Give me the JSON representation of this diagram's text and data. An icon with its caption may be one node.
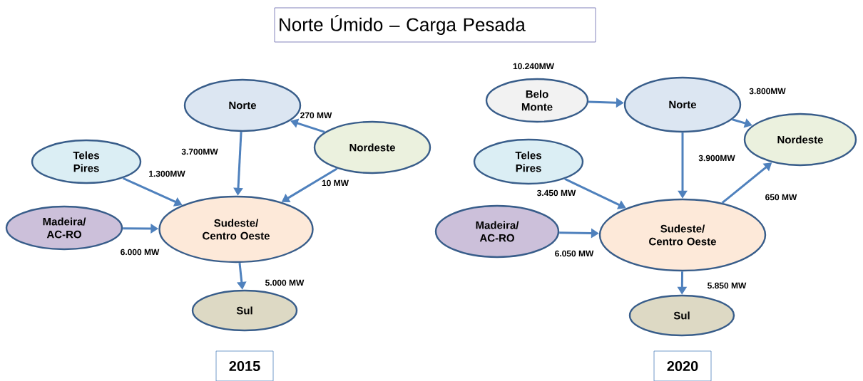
{
  "diagram": {
    "nodes": [
      {
        "text": [
          "Norte Úmido – Carga Pesada"
        ]
      },
      {
        "text": [
          "Norte"
        ]
      },
      {
        "text": [
          "Nordeste"
        ]
      },
      {
        "text": [
          "Teles Pires"
        ]
      },
      {
        "text": [
          "Madeira/ AC-RO"
        ]
      },
      {
        "text": [
          "Sudeste/ Centro Oeste"
        ]
      },
      {
        "text": [
          "Sul"
        ]
      },
      {
        "text": [
          "2015"
        ]
      },
      {
        "text": [
          "Belo Monte"
        ],
        "beside": [
          "10.240MW"
        ]
      },
      {
        "text": [
          "Norte"
        ]
      },
      {
        "text": [
          "Nordeste"
        ]
      },
      {
        "text": [
          "Teles Pires"
        ]
      },
      {
        "text": [
          "Madeira/ AC-RO"
        ]
      },
      {
        "text": [
          "Sudeste/ Centro Oeste"
        ]
      },
      {
        "text": [
          "Sul"
        ]
      },
      {
        "text": [
          "2020"
        ]
      }
    ],
    "edges": [
      {
        "from": 2,
        "to": 1,
        "arrow": "to",
        "label": "270 MW"
      },
      {
        "from": 1,
        "to": 5,
        "arrow": "to",
        "label": "3.700MW"
      },
      {
        "from": 2,
        "to": 5,
        "arrow": "to",
        "label": "10 MW"
      },
      {
        "from": 3,
        "to": 5,
        "arrow": "to",
        "label": "1.300MW"
      },
      {
        "from": 4,
        "to": 5,
        "arrow": "to",
        "label": "6.000 MW"
      },
      {
        "from": 5,
        "to": 6,
        "arrow": "to",
        "label": "5.000 MW"
      },
      {
        "from": 8,
        "to": 9,
        "arrow": "to"
      },
      {
        "from": 9,
        "to": 10,
        "arrow": "to",
        "label": "3.800MW"
      },
      {
        "from": 9,
        "to": 13,
        "arrow": "to",
        "label": "3.900MW"
      },
      {
        "from": 13,
        "to": 10,
        "arrow": "to",
        "label": "650 MW"
      },
      {
        "from": 11,
        "to": 13,
        "arrow": "to",
        "label": "3.450 MW"
      },
      {
        "from": 12,
        "to": 13,
        "arrow": "to",
        "label": "6.050 MW"
      },
      {
        "from": 13,
        "to": 14,
        "arrow": "to",
        "label": "5.850 MW"
      }
    ]
  }
}
